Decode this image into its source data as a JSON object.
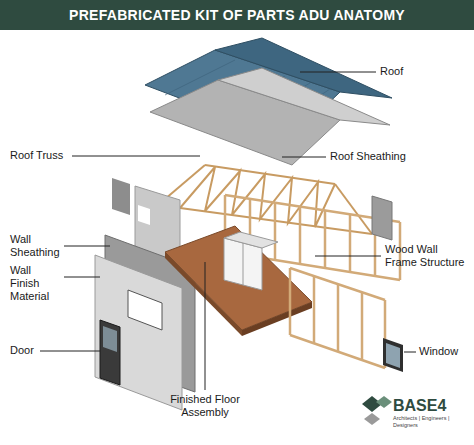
{
  "diagram": {
    "title": "PREFABRICATED KIT OF PARTS ADU ANATOMY",
    "labels": [
      "Roof",
      "Roof Truss",
      "Roof Sheathing",
      "Wall Sheathing",
      "Wall Finish Material",
      "Wood Wall Frame Structure",
      "Door",
      "Window",
      "Finished Floor Assembly",
      "BASE4",
      "Architects | Engineers | Designers"
    ]
  }
}
